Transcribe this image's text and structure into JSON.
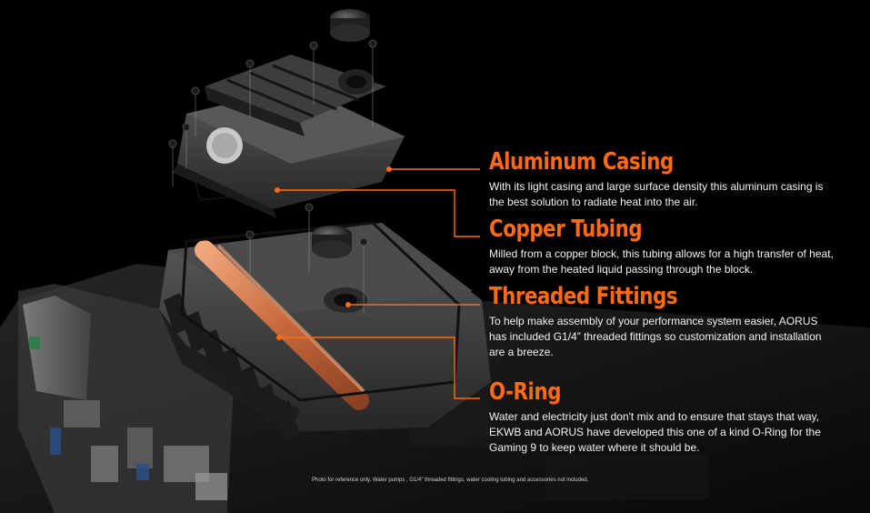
{
  "features": [
    {
      "title": "Aluminum Casing",
      "description": "With its light casing and large surface density this aluminum casing is the best solution to radiate heat into the air."
    },
    {
      "title": "Copper Tubing",
      "description": "Milled from a copper block, this tubing allows for a high transfer of heat, away from the heated liquid passing through the block."
    },
    {
      "title": "Threaded Fittings",
      "description": "To help make assembly of your performance system easier, AORUS has included G1/4” threaded fittings so customization and installation are a breeze."
    },
    {
      "title": "O-Ring",
      "description": "Water and electricity just don't mix and to ensure that stays that way, EKWB and AORUS have developed this one of a kind O-Ring for the Gaming 9 to keep water where it should be."
    }
  ],
  "disclaimer": "Photo for reference only. Water pumps , G1/4\" threaded fittings, water cooling tubing and accessories not included.",
  "colors": {
    "accent": "#ff6a13",
    "background": "#000000",
    "text": "#f2f2f2"
  }
}
